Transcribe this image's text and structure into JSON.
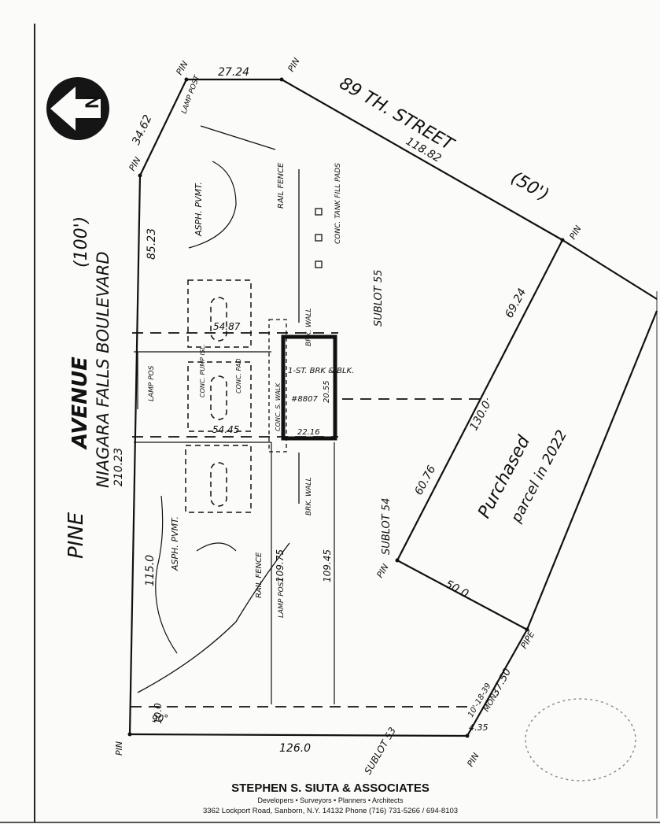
{
  "streets": {
    "east_street": "89 TH. STREET",
    "east_width": "(50')",
    "west_street_line1": "PINE",
    "west_street_line2": "AVENUE",
    "west_street_line3": "NIAGARA FALLS BOULEVARD",
    "west_width": "(100')"
  },
  "north_arrow": {
    "label": "N",
    "icon": "north-arrow-icon"
  },
  "dimensions": {
    "top_edge": "27.24",
    "ne_diag": "118.82",
    "nw_diag": "34.62",
    "west_upper": "85.23",
    "west_total": "210.23",
    "west_lower": "115.0",
    "bottom_edge": "126.0",
    "sub_130": "130.0",
    "sub_6924": "69.24",
    "sub_6076": "60.76",
    "sub_500": "50.0",
    "sub_3150": "37.50",
    "small_435": "4.35",
    "offset_100": "10.0",
    "angle_90": "90°",
    "bldg_top": "54.87",
    "bldg_bottom": "54.45",
    "bldg_side": "20.55",
    "bldg_width": "22.16",
    "d_10975": "109.75",
    "d_10945": "109.45"
  },
  "labels": {
    "pin": "PIN",
    "pipe": "PIPE",
    "mon": "MON.",
    "lamp_post_a": "LAMP POST",
    "lamp_post_b": "LAMP POS",
    "lamp_post_c": "LAMP POST",
    "rail_fence_a": "RAIL FENCE",
    "rail_fence_b": "RAIL FENCE",
    "asph_a": "ASPH. PVMT.",
    "asph_b": "ASPH. PVMT.",
    "conc_tank": "CONC. TANK FILL PADS",
    "brk_wall_a": "BRK. WALL",
    "brk_wall_b": "BRK. WALL",
    "conc_walk": "CONC. S. WALK",
    "conc_pad": "CONC. PAD",
    "conc_pump": "CONC. PUMP ISL.",
    "building": "1-ST. BRK & BLK.",
    "building_no": "#8807",
    "sublot_55": "SUBLOT 55",
    "sublot_54": "SUBLOT 54",
    "sublot_53": "SUBLOT 53",
    "mon_ref": "10'-18-39"
  },
  "handwritten_note": {
    "line1": "Purchased",
    "line2": "parcel in 2022"
  },
  "footer": {
    "company": "STEPHEN S. SIUTA & ASSOCIATES",
    "tagline": "Developers • Surveyors • Planners • Architects",
    "address": "3362 Lockport Road, Sanborn, N.Y. 14132   Phone (716) 731-5266 / 694-8103"
  }
}
